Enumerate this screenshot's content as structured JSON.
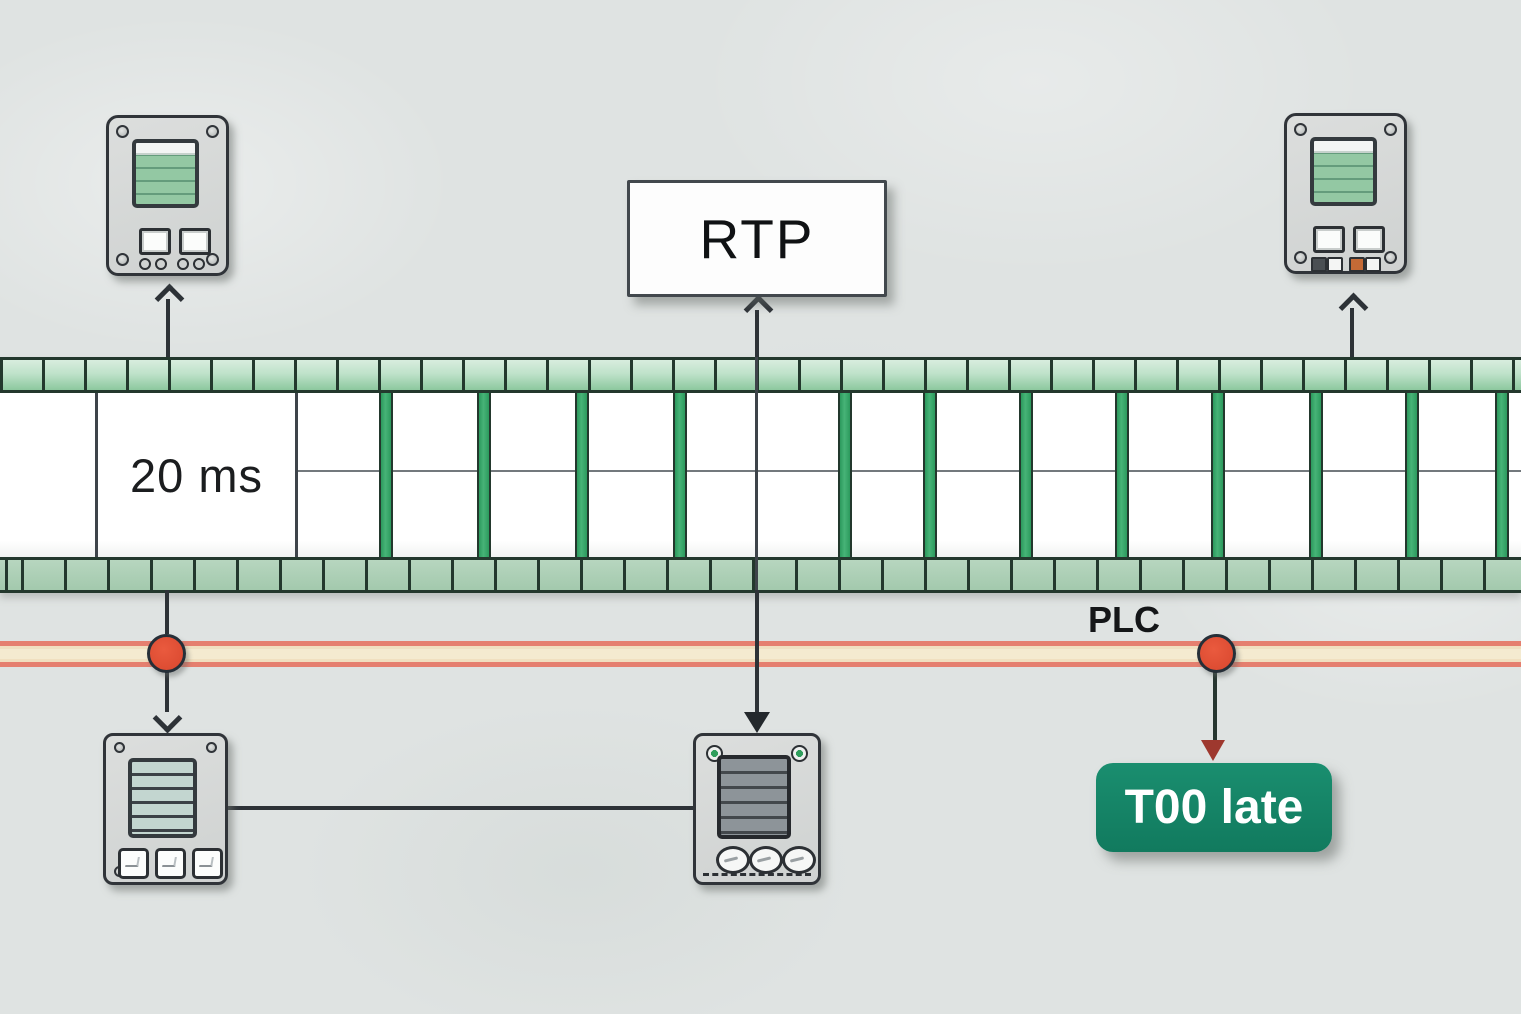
{
  "diagram": {
    "filmstrip": {
      "frame_label": "20 ms"
    },
    "rtp": {
      "label": "RTP"
    },
    "plc": {
      "label": "PLC"
    },
    "too_late": {
      "label": "T00 late"
    }
  },
  "icons": {
    "top_left_device": "codec-panel-device-icon",
    "top_right_device": "codec-panel-device-icon",
    "bottom_left_device": "sender-device-icon",
    "bottom_center_device": "receiver-mixer-device-icon",
    "left_marker": "red-packet-dot-icon",
    "right_marker": "red-packet-dot-icon"
  },
  "colors": {
    "background": "#dfe3e2",
    "film_border": "#23382d",
    "film_bar_green": "#36a468",
    "perf_top_green": "#bfe2ca",
    "perf_bottom_green": "#a8cdb1",
    "track_salmon": "#e57f6f",
    "track_cream": "#f4ead0",
    "marker_red": "#dd4a30",
    "badge_green": "#15876a",
    "badge_text": "#ffffff",
    "arrow_dark": "#2d3237",
    "arrowhead_red": "#9e382e"
  }
}
